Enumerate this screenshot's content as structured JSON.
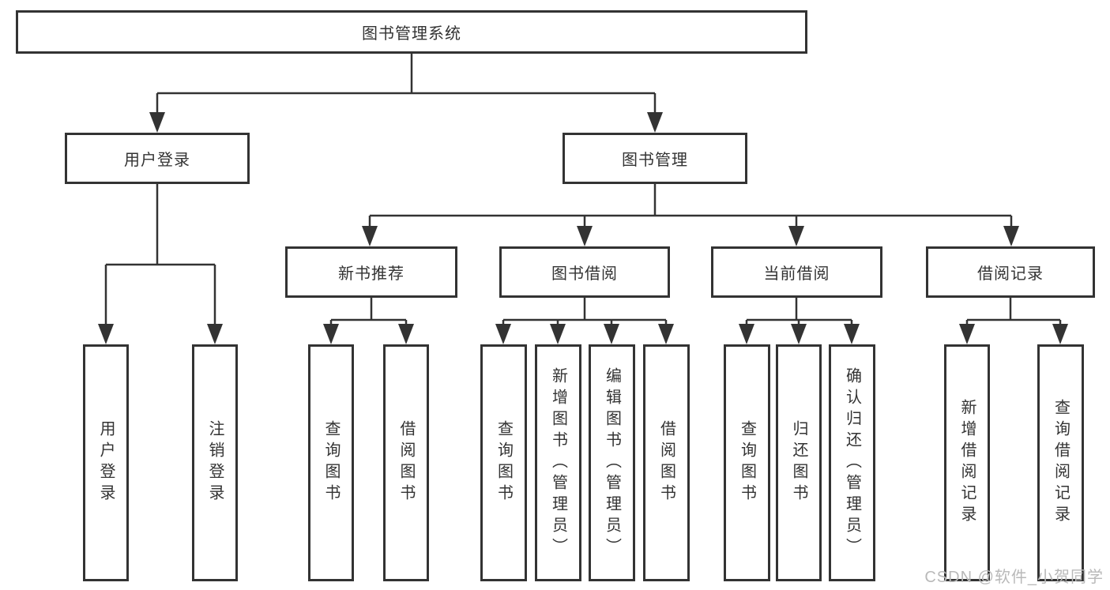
{
  "tree": {
    "root": {
      "label": "图书管理系统"
    },
    "branches": [
      {
        "label": "用户登录",
        "children": [
          {
            "label": "用户登录"
          },
          {
            "label": "注销登录"
          }
        ]
      },
      {
        "label": "图书管理",
        "children": [
          {
            "label": "新书推荐",
            "children": [
              {
                "label": "查询图书"
              },
              {
                "label": "借阅图书"
              }
            ]
          },
          {
            "label": "图书借阅",
            "children": [
              {
                "label": "查询图书"
              },
              {
                "label": "新增图书（管理员）"
              },
              {
                "label": "编辑图书（管理员）"
              },
              {
                "label": "借阅图书"
              }
            ]
          },
          {
            "label": "当前借阅",
            "children": [
              {
                "label": "查询图书"
              },
              {
                "label": "归还图书"
              },
              {
                "label": "确认归还（管理员）"
              }
            ]
          },
          {
            "label": "借阅记录",
            "children": [
              {
                "label": "新增借阅记录"
              },
              {
                "label": "查询借阅记录"
              }
            ]
          }
        ]
      }
    ]
  },
  "watermark": "CSDN @软件_小贺同学",
  "colors": {
    "line": "#333333",
    "box_border": "#333333",
    "text": "#333333",
    "background": "#ffffff",
    "watermark": "#b9b9b9"
  }
}
